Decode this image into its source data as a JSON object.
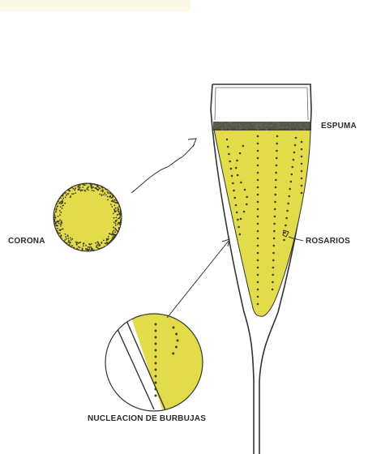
{
  "labels": {
    "espuma": "ESPUMA",
    "corona": "CORONA",
    "rosarios": "ROSARIOS",
    "nucleacion": "NUCLEACION DE BURBUJAS"
  },
  "colors": {
    "champagne": "#e3dc4a",
    "outline": "#333333",
    "bubbles": "#4a3f1a",
    "foam": "#3a3a2a"
  }
}
